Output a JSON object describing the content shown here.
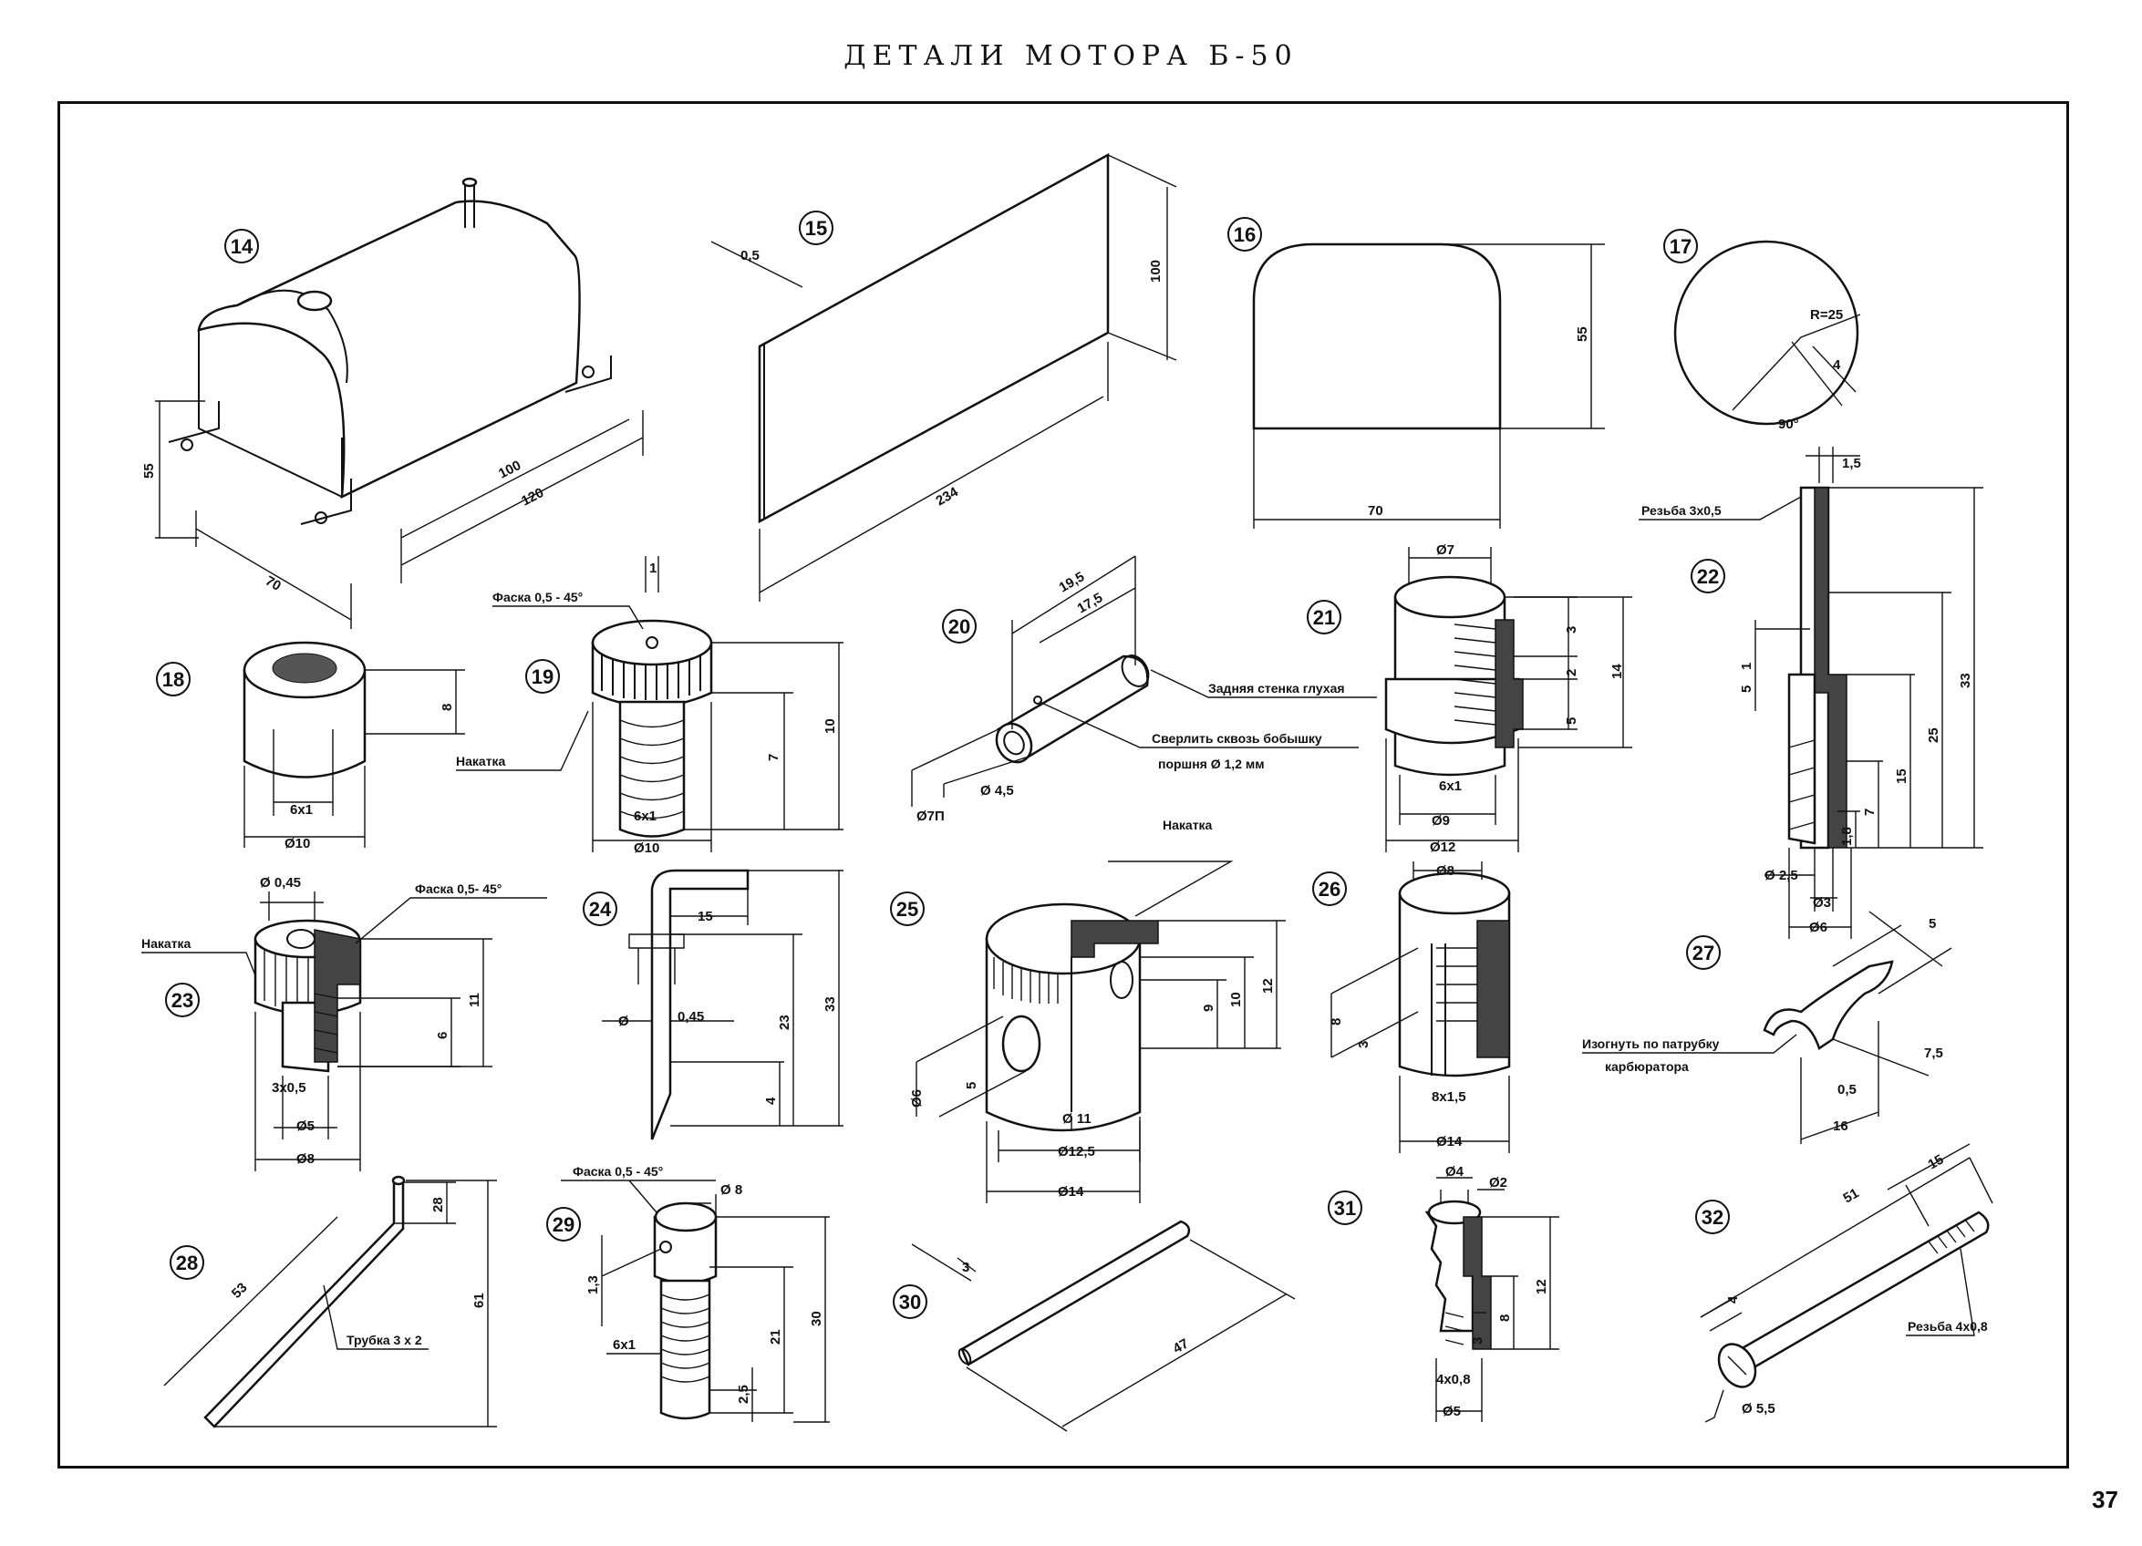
{
  "header": {
    "title": "ДЕТАЛИ МОТОРА Б-50",
    "page_number": "37"
  },
  "parts": [
    {
      "id": "14",
      "dims": [
        "55",
        "100",
        "120",
        "70"
      ]
    },
    {
      "id": "15",
      "dims": [
        "0,5",
        "100",
        "234"
      ]
    },
    {
      "id": "16",
      "dims": [
        "55",
        "70"
      ]
    },
    {
      "id": "17",
      "dims": [
        "R=25",
        "4",
        "90°"
      ]
    },
    {
      "id": "18",
      "dims": [
        "8",
        "6x1",
        "Ø10"
      ]
    },
    {
      "id": "19",
      "labels": [
        "Фаска 0,5 - 45°",
        "Накатка"
      ],
      "dims": [
        "1",
        "7",
        "10",
        "6x1",
        "Ø10"
      ]
    },
    {
      "id": "20",
      "labels": [
        "Задняя стенка глухая",
        "Сверлить сквозь бобышку",
        "поршня  Ø 1,2 мм"
      ],
      "dims": [
        "19,5",
        "17,5",
        "Ø 4,5",
        "Ø7П"
      ]
    },
    {
      "id": "21",
      "dims": [
        "Ø7",
        "3",
        "2",
        "5",
        "14",
        "6x1",
        "Ø9",
        "Ø12"
      ]
    },
    {
      "id": "22",
      "labels": [
        "Резьба 3x0,5"
      ],
      "dims": [
        "1,5",
        "5",
        "1",
        "33",
        "25",
        "15",
        "7",
        "1,8",
        "Ø 2,5",
        "Ø3",
        "Ø6"
      ]
    },
    {
      "id": "23",
      "labels": [
        "Фаска 0,5- 45°",
        "Накатка"
      ],
      "dims": [
        "Ø 0,45",
        "6",
        "11",
        "3x0,5",
        "Ø5",
        "Ø8"
      ]
    },
    {
      "id": "24",
      "dims": [
        "15",
        "Ø",
        "0,45",
        "23",
        "33",
        "4"
      ]
    },
    {
      "id": "25",
      "labels": [
        "Накатка"
      ],
      "dims": [
        "9",
        "10",
        "12",
        "Ø6",
        "5",
        "Ø 11",
        "Ø12,5",
        "Ø14"
      ]
    },
    {
      "id": "26",
      "dims": [
        "Ø8",
        "8",
        "3",
        "8x1,5",
        "Ø14"
      ]
    },
    {
      "id": "27",
      "labels": [
        "Изогнуть по патрубку",
        "карбюратора"
      ],
      "dims": [
        "5",
        "7,5",
        "0,5",
        "16"
      ]
    },
    {
      "id": "28",
      "labels": [
        "Трубка 3 x 2"
      ],
      "dims": [
        "28",
        "53",
        "61"
      ]
    },
    {
      "id": "29",
      "labels": [
        "Фаска 0,5 - 45°"
      ],
      "dims": [
        "Ø 8",
        "1,3",
        "6x1",
        "21",
        "30",
        "2,5"
      ]
    },
    {
      "id": "30",
      "dims": [
        "3",
        "47"
      ]
    },
    {
      "id": "31",
      "dims": [
        "Ø4",
        "Ø2",
        "12",
        "8",
        "3",
        "4x0,8",
        "Ø5"
      ]
    },
    {
      "id": "32",
      "labels": [
        "Резьба 4x0,8"
      ],
      "dims": [
        "51",
        "15",
        "4",
        "Ø 5,5"
      ]
    }
  ]
}
